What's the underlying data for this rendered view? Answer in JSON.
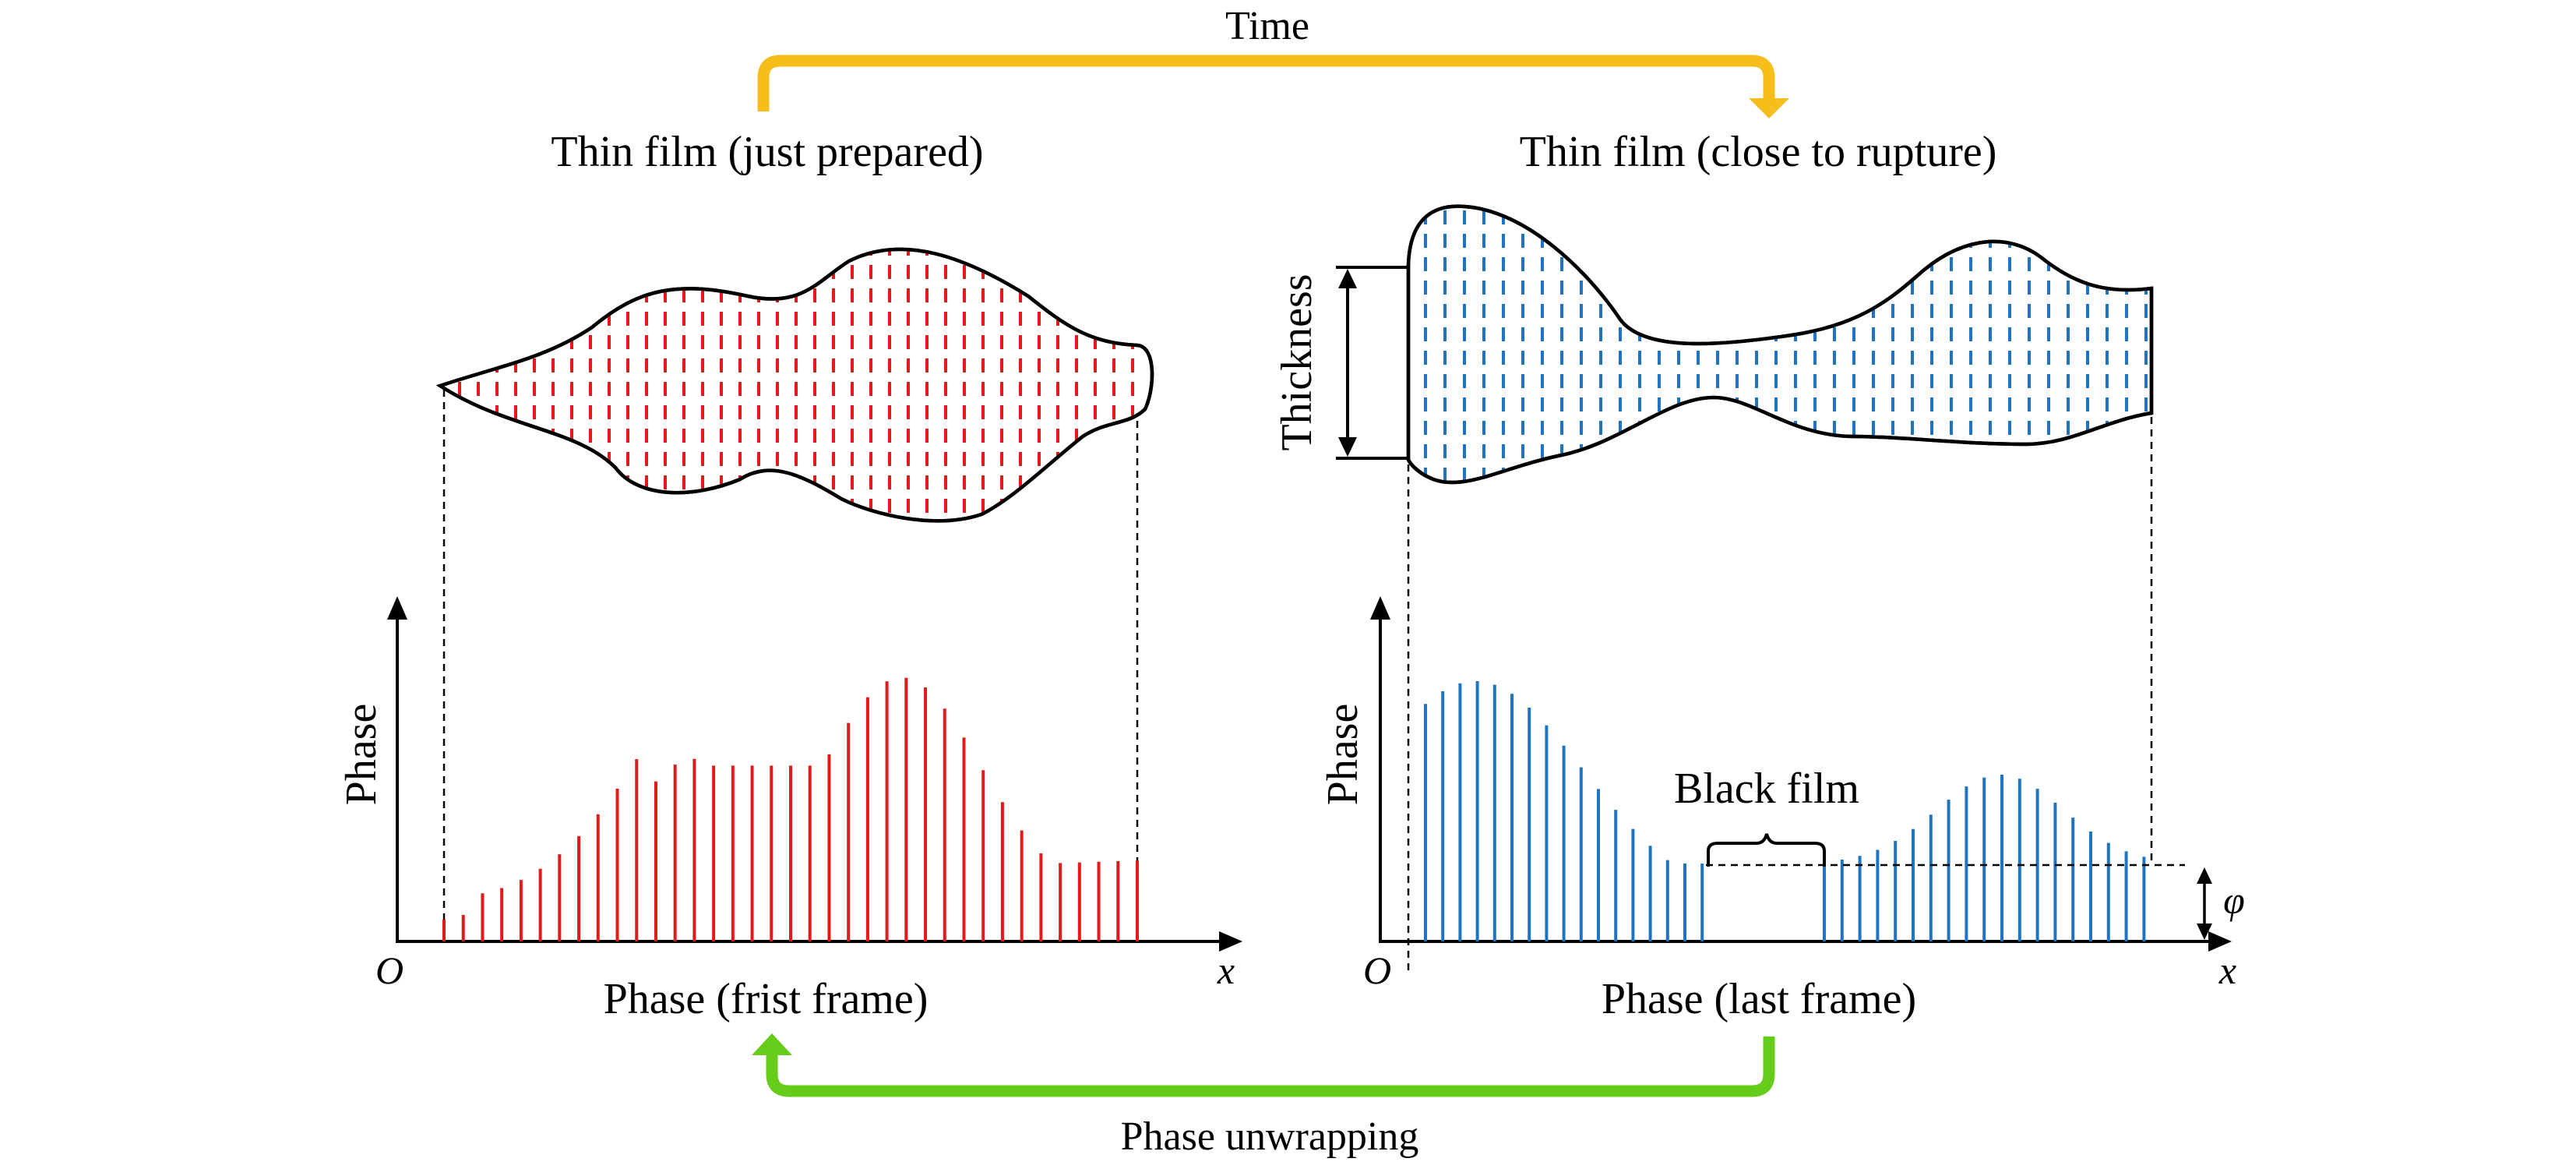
{
  "top_arrow": {
    "label": "Time",
    "color": "#F5BE1A"
  },
  "bottom_arrow": {
    "label": "Phase unwrapping",
    "color": "#66CC1A"
  },
  "left_panel": {
    "film_title": "Thin film (just prepared)",
    "y_label": "Phase",
    "origin_label": "O",
    "x_label": "x",
    "caption": "Phase (frist frame)",
    "color": "#E21A1A"
  },
  "right_panel": {
    "film_title": "Thin film (close to rupture)",
    "thickness_label": "Thickness",
    "y_label": "Phase",
    "origin_label": "O",
    "x_label": "x",
    "caption": "Phase (last frame)",
    "black_film_label": "Black film",
    "phi_label": "φ",
    "color": "#1F74C2"
  }
}
